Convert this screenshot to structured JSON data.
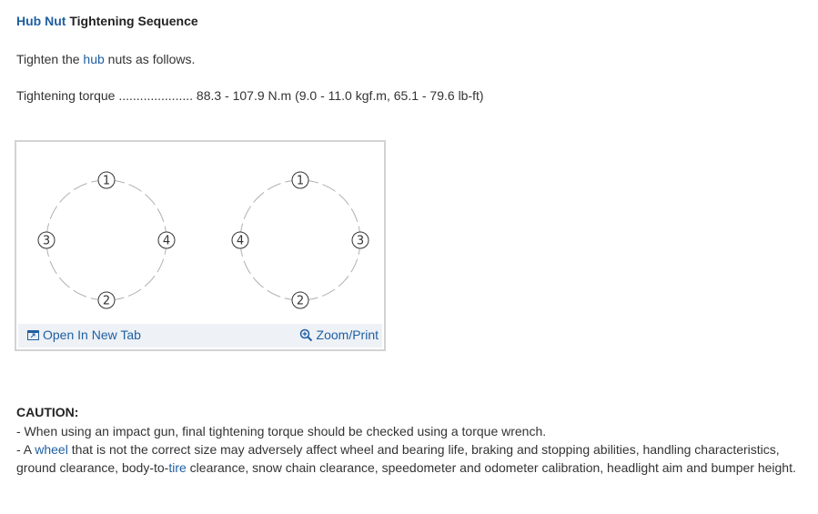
{
  "title": {
    "highlight": "Hub Nut",
    "rest": " Tightening Sequence"
  },
  "intro": {
    "before": "Tighten the ",
    "link": "hub",
    "after": " nuts as follows."
  },
  "torque_line": "Tightening torque ..................... 88.3 - 107.9 N.m (9.0 - 11.0 kgf.m, 65.1 - 79.6 lb-ft)",
  "figure": {
    "left_pattern": {
      "top": "1",
      "left": "3",
      "right": "4",
      "bottom": "2"
    },
    "right_pattern": {
      "top": "1",
      "left": "4",
      "right": "3",
      "bottom": "2"
    },
    "open_tab_label": "Open In New Tab",
    "zoom_label": "Zoom/Print",
    "open_tab_icon": "open-new-tab-icon",
    "zoom_icon": "magnifier-plus-icon"
  },
  "caution": {
    "title": "CAUTION:",
    "item1": " -  When using an impact gun, final tightening torque should be checked using a torque wrench.",
    "item2_prefix": " -  A ",
    "item2_link1": "wheel",
    "item2_middle": " that is not the correct size may adversely affect wheel and bearing life, braking and stopping abilities, handling characteristics, ground clearance, body-to-",
    "item2_link2": "tire",
    "item2_suffix": " clearance, snow chain clearance, speedometer and odometer calibration, headlight aim and bumper height."
  },
  "colors": {
    "link": "#1f5fa3",
    "text": "#333333",
    "toolbar_bg": "#eef1f5",
    "frame": "#d3d3d3"
  }
}
